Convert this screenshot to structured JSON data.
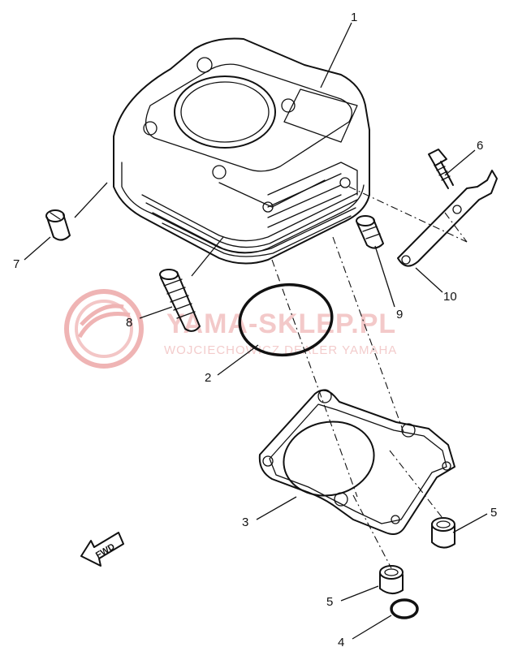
{
  "watermark": {
    "main": "YAMA-SKLEP.PL",
    "sub": "WOJCIECHOWICZ   DEALER YAMAHA",
    "logo_color": "#e8a0a0"
  },
  "direction_marker": {
    "label": "FWD"
  },
  "callouts": [
    {
      "number": "1"
    },
    {
      "number": "2"
    },
    {
      "number": "3"
    },
    {
      "number": "4"
    },
    {
      "number": "5"
    },
    {
      "number": "5"
    },
    {
      "number": "6"
    },
    {
      "number": "7"
    },
    {
      "number": "8"
    },
    {
      "number": "9"
    },
    {
      "number": "10"
    }
  ]
}
